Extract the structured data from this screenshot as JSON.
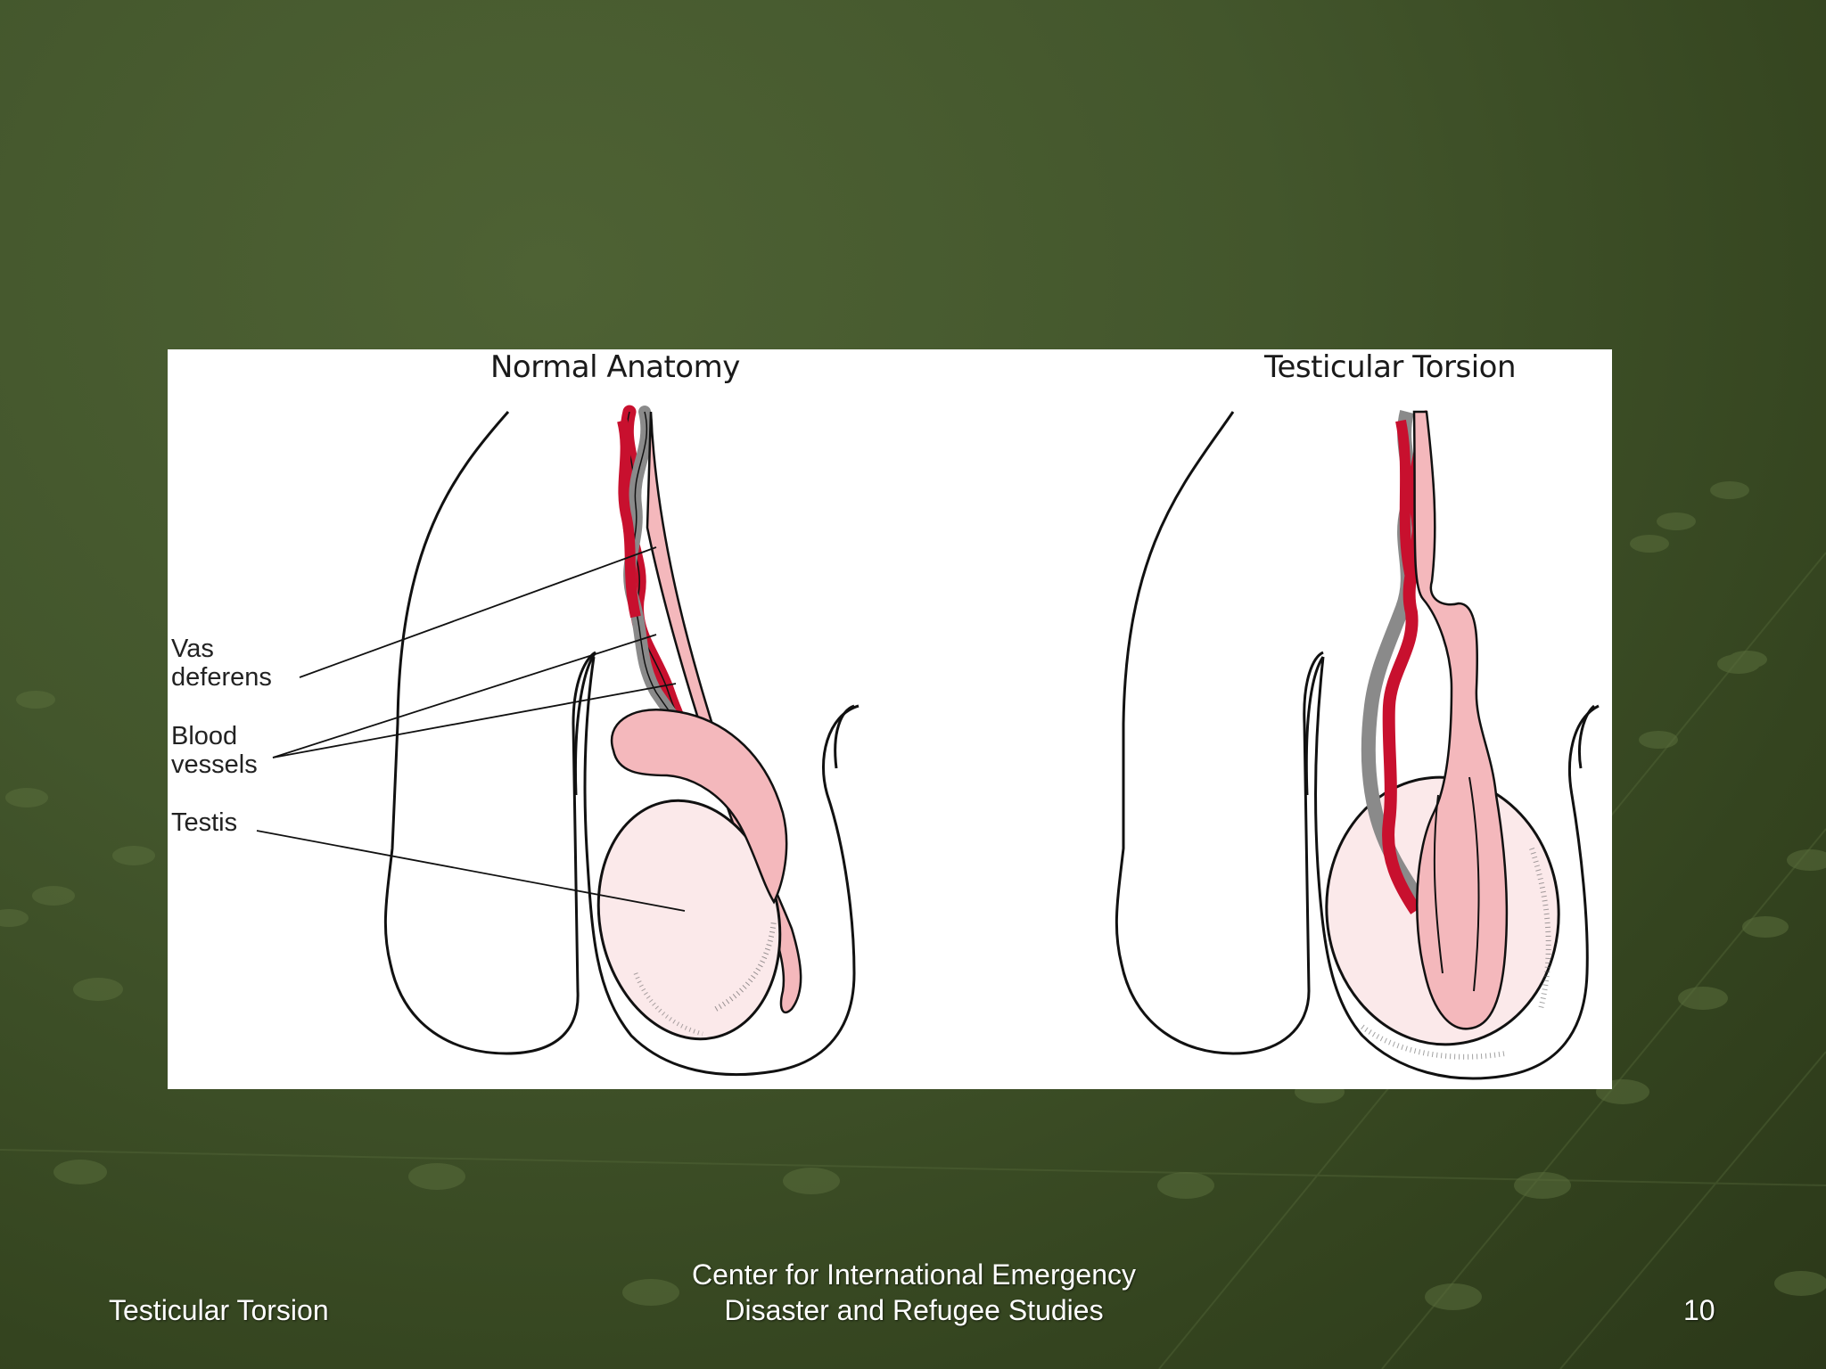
{
  "figure": {
    "left_panel": {
      "title": "Normal Anatomy",
      "labels": {
        "vas_deferens": [
          "Vas",
          "deferens"
        ],
        "blood_vessels": [
          "Blood",
          "vessels"
        ],
        "testis": "Testis"
      }
    },
    "right_panel": {
      "title": "Testicular Torsion"
    }
  },
  "footer": {
    "left": "Testicular Torsion",
    "center_line1": "Center for International Emergency",
    "center_line2": "Disaster and Refugee Studies",
    "page_number": "10"
  },
  "colors": {
    "background": "#43562c",
    "vessel_red": "#c8102e",
    "vessel_gray": "#8a8a8a",
    "epididymis_pink": "#f4b8bc",
    "testis_fill": "#fbe9ea",
    "footer_text": "#ffffff"
  }
}
